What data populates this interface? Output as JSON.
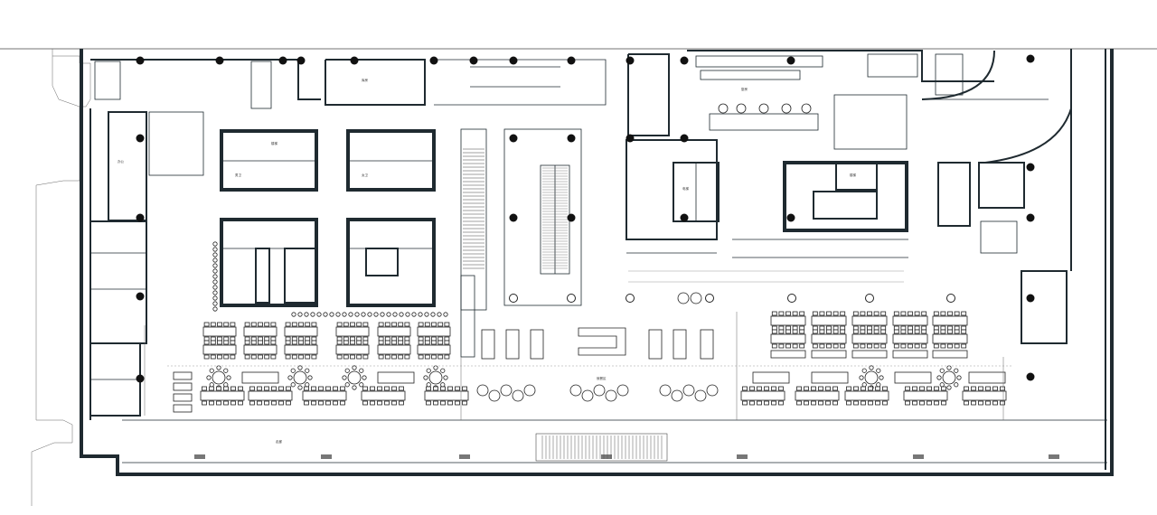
{
  "plan": {
    "labels": {
      "corridor": "走廊",
      "stair_a": "楼梯",
      "stair_b": "楼梯",
      "kitchen": "厨房",
      "office": "办公",
      "storage": "库房",
      "elevator": "电梯",
      "restroom_m": "男卫",
      "restroom_f": "女卫",
      "dining": "就餐区"
    },
    "colors": {
      "wall": "#1f2a30",
      "background": "#ffffff"
    },
    "icons": [
      "column-dot",
      "stair-hatch",
      "round-table",
      "rect-table"
    ]
  }
}
